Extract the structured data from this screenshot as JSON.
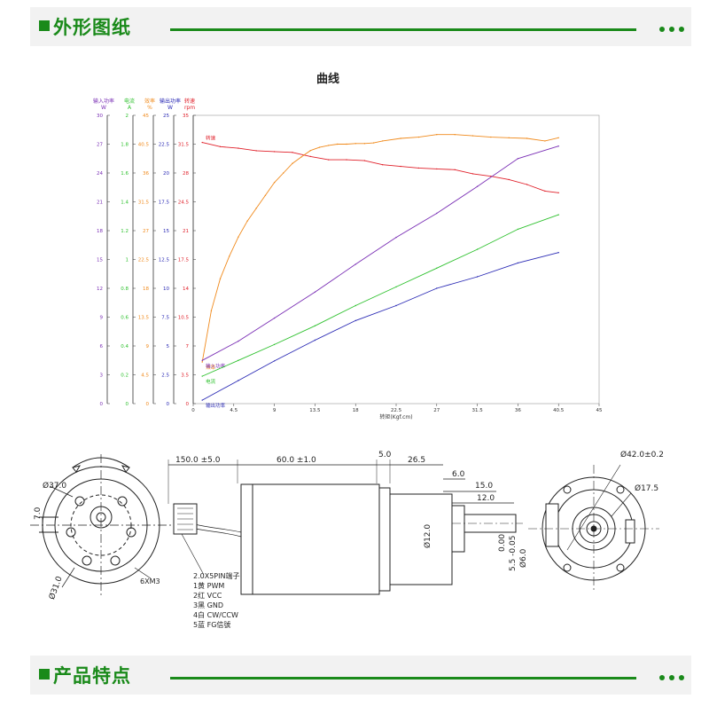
{
  "sections": {
    "drawings_title": "外形图纸",
    "features_title": "产品特点"
  },
  "chart_data": {
    "type": "line",
    "title": "曲线",
    "xlabel": "转矩(Kgf.cm)",
    "x_ticks": [
      "0",
      "4.5",
      "9",
      "13.5",
      "18",
      "22.5",
      "27",
      "31.5",
      "36",
      "40.5",
      "45"
    ],
    "xlim": [
      0,
      45
    ],
    "grid": false,
    "axes": [
      {
        "name": "输入功率",
        "unit": "W",
        "color": "#7a2fb5",
        "ticks": [
          "0",
          "3",
          "6",
          "9",
          "12",
          "15",
          "18",
          "21",
          "24",
          "27",
          "30"
        ],
        "range": [
          0,
          30
        ]
      },
      {
        "name": "电流",
        "unit": "A",
        "color": "#2ec12e",
        "ticks": [
          "0",
          "0.2",
          "0.4",
          "0.6",
          "0.8",
          "1",
          "1.2",
          "1.4",
          "1.6",
          "1.8",
          "2"
        ],
        "range": [
          0,
          2
        ]
      },
      {
        "name": "效率",
        "unit": "%",
        "color": "#f08a1c",
        "ticks": [
          "0",
          "4.5",
          "9",
          "13.5",
          "18",
          "22.5",
          "27",
          "31.5",
          "36",
          "40.5",
          "45"
        ],
        "range": [
          0,
          45
        ]
      },
      {
        "name": "输出功率",
        "unit": "W",
        "color": "#2b2bb5",
        "ticks": [
          "0",
          "2.5",
          "5",
          "7.5",
          "10",
          "12.5",
          "15",
          "17.5",
          "20",
          "22.5",
          "25"
        ],
        "range": [
          0,
          25
        ]
      },
      {
        "name": "转速",
        "unit": "rpm",
        "color": "#e0202a",
        "ticks": [
          "0",
          "3.5",
          "7",
          "10.5",
          "14",
          "17.5",
          "21",
          "24.5",
          "28",
          "31.5",
          "35"
        ],
        "range": [
          0,
          35
        ]
      }
    ],
    "series": [
      {
        "name": "转速",
        "color": "#e0202a",
        "axis": 4,
        "x": [
          1,
          3,
          5,
          7,
          9,
          11,
          13,
          15,
          17,
          19,
          21,
          23,
          25,
          27,
          29,
          31,
          33,
          35,
          37,
          39,
          40.5
        ],
        "y": [
          31.7,
          31.2,
          31.0,
          30.7,
          30.6,
          30.5,
          30.0,
          29.6,
          29.6,
          29.5,
          29.0,
          28.8,
          28.6,
          28.5,
          28.4,
          27.9,
          27.6,
          27.2,
          26.6,
          25.8,
          25.6
        ]
      },
      {
        "name": "效率",
        "color": "#f08a1c",
        "axis": 2,
        "x": [
          1,
          2,
          3,
          4,
          5,
          6,
          7,
          8,
          9,
          10,
          11,
          12,
          13,
          14,
          15,
          16,
          17,
          18,
          19,
          20,
          21,
          23,
          25,
          27,
          29,
          31,
          33,
          35,
          37,
          39,
          40.5
        ],
        "y": [
          6.5,
          14.5,
          19.5,
          23.0,
          26.0,
          28.5,
          30.5,
          32.5,
          34.5,
          36.0,
          37.5,
          38.5,
          39.5,
          40.0,
          40.3,
          40.5,
          40.5,
          40.6,
          40.6,
          40.7,
          41.0,
          41.4,
          41.6,
          42.0,
          42.0,
          41.8,
          41.6,
          41.5,
          41.4,
          41.0,
          41.5
        ]
      },
      {
        "name": "输入功率",
        "color": "#7a2fb5",
        "axis": 0,
        "x": [
          1,
          5,
          9,
          13.5,
          18,
          22.5,
          27,
          31.5,
          36,
          40.5
        ],
        "y": [
          4.5,
          6.5,
          8.9,
          11.6,
          14.5,
          17.3,
          19.8,
          22.6,
          25.5,
          26.8
        ]
      },
      {
        "name": "电流",
        "color": "#2ec12e",
        "axis": 1,
        "x": [
          1,
          5,
          9,
          13.5,
          18,
          22.5,
          27,
          31.5,
          36,
          40.5
        ],
        "y": [
          0.19,
          0.3,
          0.41,
          0.54,
          0.68,
          0.81,
          0.94,
          1.07,
          1.21,
          1.31
        ]
      },
      {
        "name": "输出功率",
        "color": "#2b2bb5",
        "axis": 3,
        "x": [
          1,
          5,
          9,
          13.5,
          18,
          22.5,
          27,
          31.5,
          36,
          40.5
        ],
        "y": [
          0.3,
          2.0,
          3.7,
          5.5,
          7.2,
          8.5,
          10.0,
          11.0,
          12.2,
          13.1
        ]
      }
    ]
  },
  "drawings": {
    "front_view": {
      "diameter": "Ø37.0",
      "dimension": "7.0",
      "outer": "Ø31.0",
      "screws": "6XM3"
    },
    "side_view": {
      "lead_length": "150.0 ±5.0",
      "body_length": "60.0 ±1.0",
      "gap": "5.0",
      "gearbox_length": "26.5",
      "shaft_step": "6.0",
      "shaft_length": "15.0",
      "shaft_flat": "12.0",
      "boss": "Ø12.0",
      "shaft_dia": "Ø6.0",
      "tol_upper": "0.00",
      "tol_lower": "5.5 -0.05",
      "connector_notes": [
        "2.0X5PIN端子",
        "1黄 PWM",
        "2红 VCC",
        "3黑 GND",
        "4白 CW/CCW",
        "5蓝 FG信號"
      ]
    },
    "rear_view": {
      "diameter": "Ø42.0±0.2",
      "inner": "Ø17.5"
    }
  }
}
